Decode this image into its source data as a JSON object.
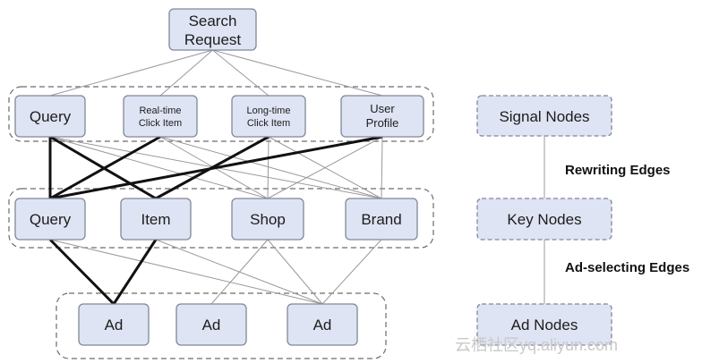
{
  "diagram": {
    "root": {
      "line1": "Search",
      "line2": "Request"
    },
    "signal_nodes": [
      {
        "id": "sig-query",
        "lines": [
          "Query"
        ]
      },
      {
        "id": "sig-realtime",
        "lines": [
          "Real-time",
          "Click Item"
        ]
      },
      {
        "id": "sig-longtime",
        "lines": [
          "Long-time",
          "Click Item"
        ]
      },
      {
        "id": "sig-profile",
        "lines": [
          "User",
          "Profile"
        ]
      }
    ],
    "key_nodes": [
      {
        "id": "key-query",
        "label": "Query"
      },
      {
        "id": "key-item",
        "label": "Item"
      },
      {
        "id": "key-shop",
        "label": "Shop"
      },
      {
        "id": "key-brand",
        "label": "Brand"
      }
    ],
    "ad_nodes": [
      {
        "id": "ad-1",
        "label": "Ad"
      },
      {
        "id": "ad-2",
        "label": "Ad"
      },
      {
        "id": "ad-3",
        "label": "Ad"
      }
    ],
    "rewriting_edges": [
      {
        "from": "sig-query",
        "to": "key-query",
        "bold": true
      },
      {
        "from": "sig-query",
        "to": "key-item",
        "bold": true
      },
      {
        "from": "sig-query",
        "to": "key-shop",
        "bold": false
      },
      {
        "from": "sig-query",
        "to": "key-brand",
        "bold": false
      },
      {
        "from": "sig-realtime",
        "to": "key-query",
        "bold": true
      },
      {
        "from": "sig-realtime",
        "to": "key-shop",
        "bold": false
      },
      {
        "from": "sig-realtime",
        "to": "key-brand",
        "bold": false
      },
      {
        "from": "sig-longtime",
        "to": "key-item",
        "bold": true
      },
      {
        "from": "sig-longtime",
        "to": "key-shop",
        "bold": false
      },
      {
        "from": "sig-longtime",
        "to": "key-brand",
        "bold": false
      },
      {
        "from": "sig-profile",
        "to": "key-query",
        "bold": true
      },
      {
        "from": "sig-profile",
        "to": "key-shop",
        "bold": false
      },
      {
        "from": "sig-profile",
        "to": "key-brand",
        "bold": false
      }
    ],
    "ad_edges": [
      {
        "from": "key-query",
        "to": "ad-1",
        "bold": true
      },
      {
        "from": "key-query",
        "to": "ad-3",
        "bold": false
      },
      {
        "from": "key-item",
        "to": "ad-1",
        "bold": true
      },
      {
        "from": "key-item",
        "to": "ad-3",
        "bold": false
      },
      {
        "from": "key-shop",
        "to": "ad-2",
        "bold": false
      },
      {
        "from": "key-shop",
        "to": "ad-3",
        "bold": false
      },
      {
        "from": "key-brand",
        "to": "ad-3",
        "bold": false
      }
    ]
  },
  "legend": {
    "signal_label": "Signal Nodes",
    "key_label": "Key Nodes",
    "ad_label": "Ad Nodes",
    "rewriting_label": "Rewriting Edges",
    "ad_selecting_label": "Ad-selecting Edges"
  },
  "watermark": "云栖社区yq.aliyun.com"
}
